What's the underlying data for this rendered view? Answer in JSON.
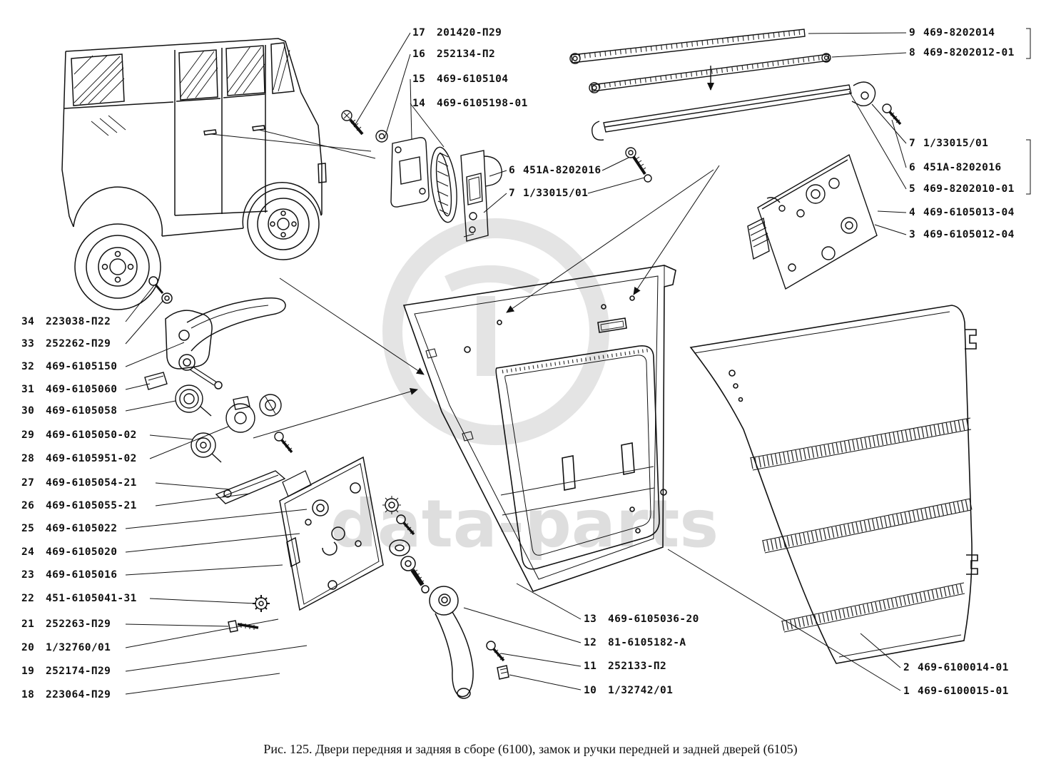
{
  "figure": {
    "caption": "Рис. 125. Двери передняя и задняя в сборе (6100), замок и ручки передней и задней дверей (6105)",
    "watermark": "data-parts"
  },
  "labels": {
    "top_left": [
      {
        "num": "17",
        "code": "201420-П29"
      },
      {
        "num": "16",
        "code": "252134-П2"
      },
      {
        "num": "15",
        "code": "469-6105104"
      },
      {
        "num": "14",
        "code": "469-6105198-01"
      },
      {
        "num": "6",
        "code": "451А-8202016"
      },
      {
        "num": "7",
        "code": "1/33015/01"
      }
    ],
    "top_right": [
      {
        "num": "9",
        "code": "469-8202014"
      },
      {
        "num": "8",
        "code": "469-8202012-01"
      },
      {
        "num": "7",
        "code": "1/33015/01"
      },
      {
        "num": "6",
        "code": "451А-8202016"
      },
      {
        "num": "5",
        "code": "469-8202010-01"
      },
      {
        "num": "4",
        "code": "469-6105013-04"
      },
      {
        "num": "3",
        "code": "469-6105012-04"
      }
    ],
    "left": [
      {
        "num": "34",
        "code": "223038-П22"
      },
      {
        "num": "33",
        "code": "252262-П29"
      },
      {
        "num": "32",
        "code": "469-6105150"
      },
      {
        "num": "31",
        "code": "469-6105060"
      },
      {
        "num": "30",
        "code": "469-6105058"
      },
      {
        "num": "29",
        "code": "469-6105050-02"
      },
      {
        "num": "28",
        "code": "469-6105951-02"
      },
      {
        "num": "27",
        "code": "469-6105054-21"
      },
      {
        "num": "26",
        "code": "469-6105055-21"
      },
      {
        "num": "25",
        "code": "469-6105022"
      },
      {
        "num": "24",
        "code": "469-6105020"
      },
      {
        "num": "23",
        "code": "469-6105016"
      },
      {
        "num": "22",
        "code": "451-6105041-31"
      },
      {
        "num": "21",
        "code": "252263-П29"
      },
      {
        "num": "20",
        "code": "1/32760/01"
      },
      {
        "num": "19",
        "code": "252174-П29"
      },
      {
        "num": "18",
        "code": "223064-П29"
      }
    ],
    "bottom_center": [
      {
        "num": "13",
        "code": "469-6105036-20"
      },
      {
        "num": "12",
        "code": "81-6105182-А"
      },
      {
        "num": "11",
        "code": "252133-П2"
      },
      {
        "num": "10",
        "code": "1/32742/01"
      }
    ],
    "bottom_right": [
      {
        "num": "2",
        "code": "469-6100014-01"
      },
      {
        "num": "1",
        "code": "469-6100015-01"
      }
    ]
  }
}
